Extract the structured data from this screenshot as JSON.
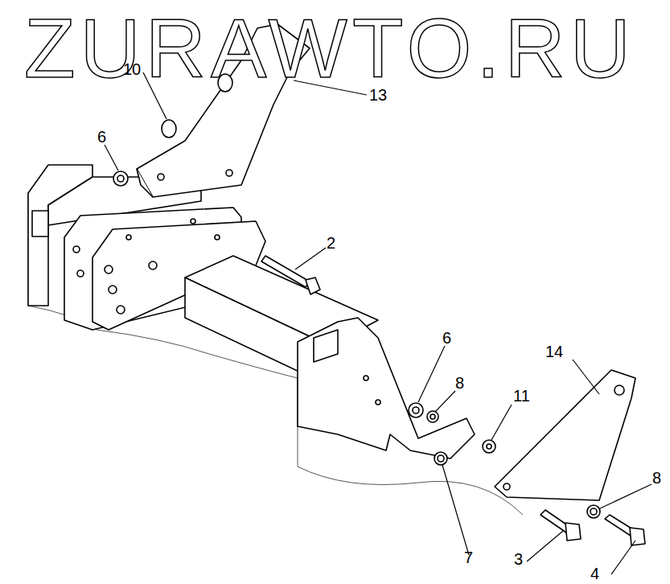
{
  "diagram": {
    "labels": [
      "ZURAWTO.RU",
      "10",
      "13",
      "6",
      "2",
      "6",
      "8",
      "11",
      "14",
      "8",
      "7",
      "3",
      "4"
    ]
  }
}
